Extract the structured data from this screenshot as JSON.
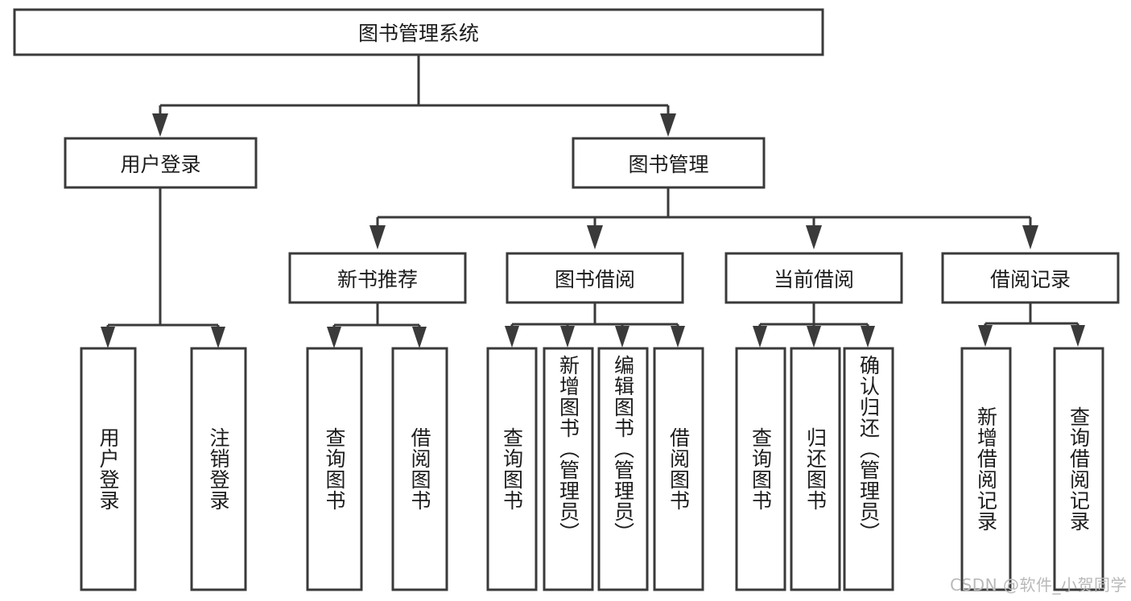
{
  "diagram": {
    "type": "tree",
    "title": "图书管理系统",
    "root": {
      "id": "root",
      "label": "图书管理系统"
    },
    "level1": [
      {
        "id": "login",
        "label": "用户登录"
      },
      {
        "id": "bookmgmt",
        "label": "图书管理"
      }
    ],
    "level2": [
      {
        "id": "newbook",
        "label": "新书推荐",
        "parent": "bookmgmt"
      },
      {
        "id": "borrow",
        "label": "图书借阅",
        "parent": "bookmgmt"
      },
      {
        "id": "current",
        "label": "当前借阅",
        "parent": "bookmgmt"
      },
      {
        "id": "record",
        "label": "借阅记录",
        "parent": "bookmgmt"
      }
    ],
    "leaves": {
      "login": [
        {
          "id": "leaf-user-login",
          "label": "用户登录"
        },
        {
          "id": "leaf-logout",
          "label": "注销登录"
        }
      ],
      "newbook": [
        {
          "id": "leaf-query-book-1",
          "label": "查询图书"
        },
        {
          "id": "leaf-borrow-book-1",
          "label": "借阅图书"
        }
      ],
      "borrow": [
        {
          "id": "leaf-query-book-2",
          "label": "查询图书"
        },
        {
          "id": "leaf-add-book",
          "label": "新增图书（管理员）"
        },
        {
          "id": "leaf-edit-book",
          "label": "编辑图书（管理员）"
        },
        {
          "id": "leaf-borrow-book-2",
          "label": "借阅图书"
        }
      ],
      "current": [
        {
          "id": "leaf-query-book-3",
          "label": "查询图书"
        },
        {
          "id": "leaf-return-book",
          "label": "归还图书"
        },
        {
          "id": "leaf-confirm-return",
          "label": "确认归还（管理员）"
        }
      ],
      "record": [
        {
          "id": "leaf-add-record",
          "label": "新增借阅记录"
        },
        {
          "id": "leaf-query-record",
          "label": "查询借阅记录"
        }
      ]
    }
  },
  "watermark": {
    "text": "CSDN @软件_小贺同学"
  },
  "colors": {
    "box_stroke": "#3a3a3a",
    "box_fill": "#ffffff",
    "text": "#1c1c1c",
    "watermark": "#b9b9b9",
    "background": "#ffffff"
  }
}
